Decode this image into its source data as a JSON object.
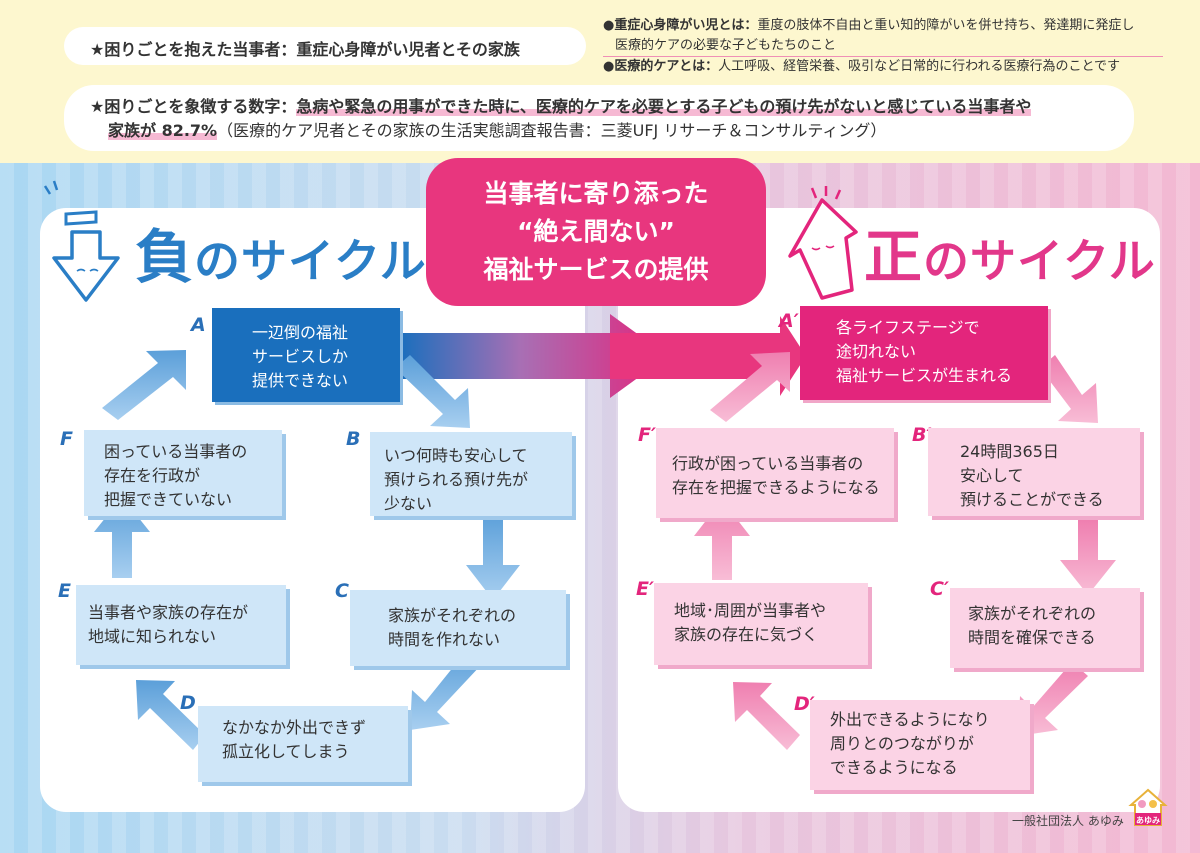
{
  "header": {
    "target_label": "★困りごとを抱えた当事者：重症心身障がい児者とその家族",
    "symbol_label": "★困りごとを象徴する数字：",
    "symbol_text_1": "急病や緊急の用事ができた時に、医療的ケアを必要とする子どもの預け先がないと感じている当事者や",
    "symbol_text_2": "家族が 82.7%",
    "symbol_source": "（医療的ケア児者とその家族の生活実態調査報告書：三菱UFJ リサーチ＆コンサルティング）",
    "def1_head": "●重症心身障がい児とは：",
    "def1_text_1": "重度の肢体不自由と重い知的障がいを併せ持ち、発達期に発症し",
    "def1_text_2": "医療的ケアの必要な子どもたちのこと",
    "def2_head": "●医療的ケアとは：",
    "def2_text": "人工呼吸、経管栄養、吸引など日常的に行われる医療行為のことです"
  },
  "callout": {
    "line1": "当事者に寄り添った",
    "line2": "“絶え間ない”",
    "line3": "福祉サービスの提供"
  },
  "negative": {
    "title_char": "負",
    "title_rest": "のサイクル",
    "nodes": [
      {
        "letter": "A",
        "lines": [
          "一辺倒の福祉",
          "サービスしか",
          "提供できない"
        ]
      },
      {
        "letter": "B",
        "lines": [
          "いつ何時も安心して",
          "預けられる預け先が",
          "少ない"
        ]
      },
      {
        "letter": "C",
        "lines": [
          "家族がそれぞれの",
          "時間を作れない"
        ]
      },
      {
        "letter": "D",
        "lines": [
          "なかなか外出できず",
          "孤立化してしまう"
        ]
      },
      {
        "letter": "E",
        "lines": [
          "当事者や家族の存在が",
          "地域に知られない"
        ]
      },
      {
        "letter": "F",
        "lines": [
          "困っている当事者の",
          "存在を行政が",
          "把握できていない"
        ]
      }
    ]
  },
  "positive": {
    "title_char": "正",
    "title_rest": "のサイクル",
    "nodes": [
      {
        "letter": "A′",
        "lines": [
          "各ライフステージで",
          "途切れない",
          "福祉サービスが生まれる"
        ]
      },
      {
        "letter": "B′",
        "lines": [
          "24時間365日",
          "安心して",
          "預けることができる"
        ]
      },
      {
        "letter": "C′",
        "lines": [
          "家族がそれぞれの",
          "時間を確保できる"
        ]
      },
      {
        "letter": "D′",
        "lines": [
          "外出できるようになり",
          "周りとのつながりが",
          "できるようになる"
        ]
      },
      {
        "letter": "E′",
        "lines": [
          "地域･周囲が当事者や",
          "家族の存在に気づく"
        ]
      },
      {
        "letter": "F′",
        "lines": [
          "行政が困っている当事者の",
          "存在を把握できるようになる"
        ]
      }
    ]
  },
  "footer": {
    "org": "一般社団法人 あゆみ",
    "logo_text": "あゆみ"
  },
  "colors": {
    "negative": "#1a6fbd",
    "positive": "#e3257c",
    "negative_box": "#cfe6f8",
    "positive_box": "#fbd3e5",
    "header_band": "#fdf7cf"
  }
}
